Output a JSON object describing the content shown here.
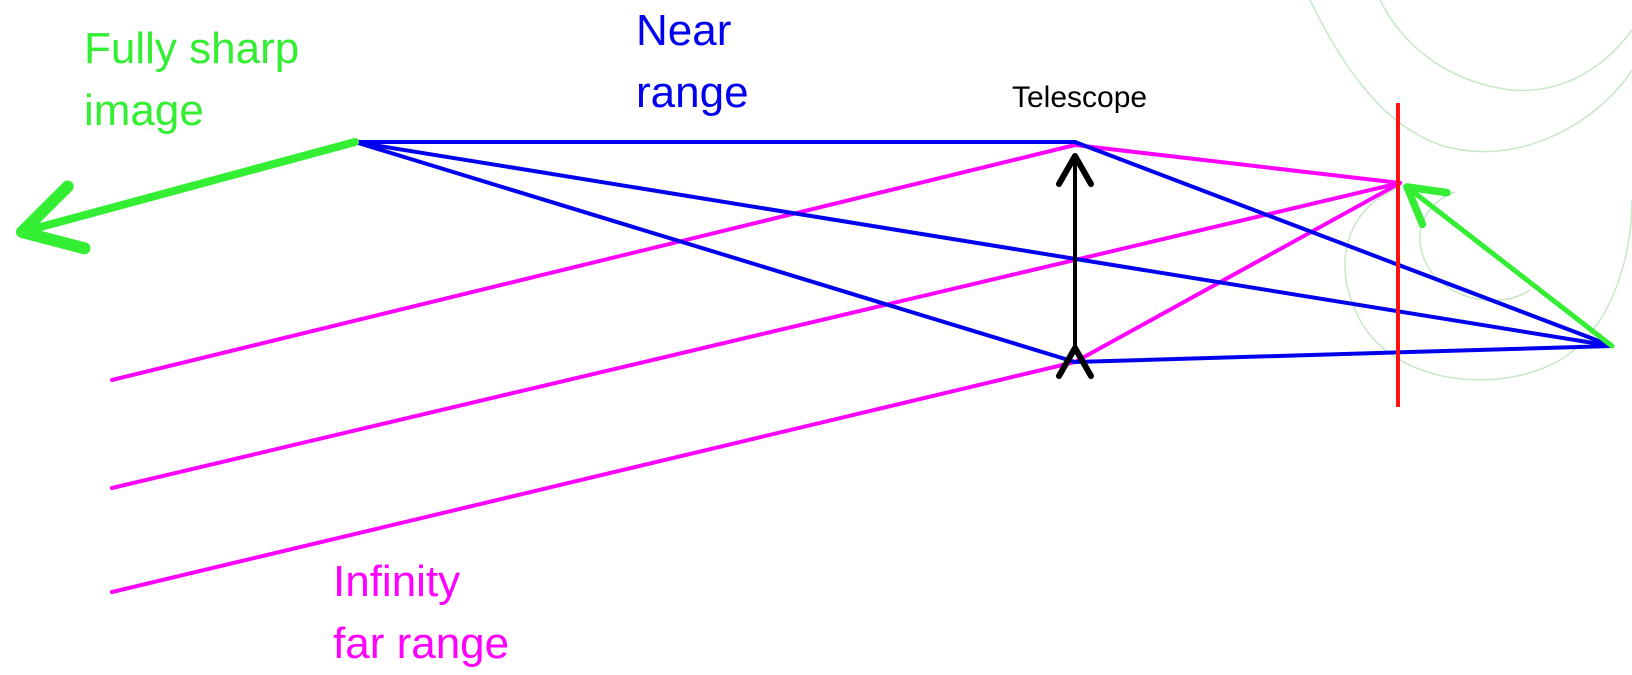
{
  "labels": {
    "sharp_image": [
      "Fully sharp",
      "image"
    ],
    "near_range": [
      "Near",
      "range"
    ],
    "telescope": "Telescope",
    "infinity_far_range": [
      "Infinity",
      "far range"
    ]
  },
  "colors": {
    "sharp_image": "#33ee33",
    "near_range": "#0000ee",
    "telescope": "#000000",
    "infinity_far_range": "#ff00ff",
    "image_plane": "#ff1111",
    "eye_outline": "#c8e6c8"
  }
}
